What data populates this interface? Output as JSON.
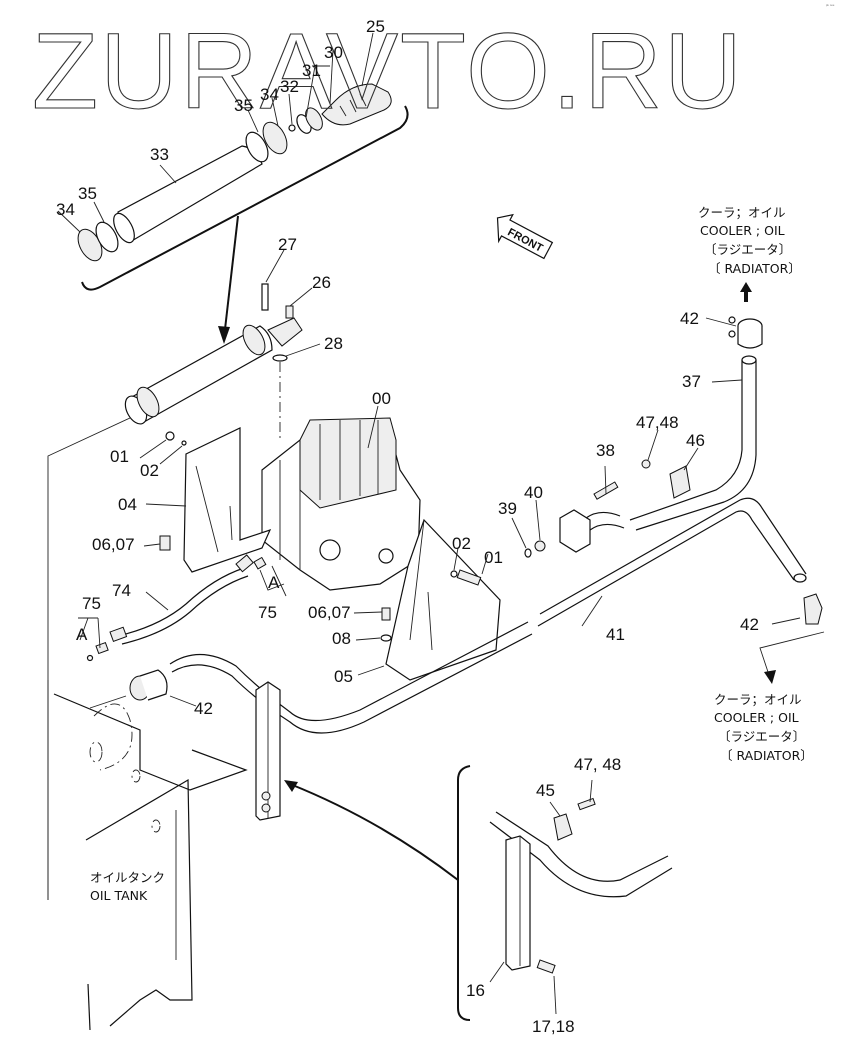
{
  "watermark": {
    "text": "ZURAVTO.RU"
  },
  "corner_mark": "ᵖᵏ ˢᵉᵉ",
  "front_arrow": {
    "label": "FRONT"
  },
  "destinations": {
    "top": {
      "line1_jp": "クーラ；オイル",
      "line2_en": "COOLER ; OIL",
      "line3_jp": "〔ラジエータ〕",
      "line4_en": "〔 RADIATOR〕"
    },
    "right": {
      "line1_jp": "クーラ；オイル",
      "line2_en": "COOLER ; OIL",
      "line3_jp": "〔ラジエータ〕",
      "line4_en": "〔 RADIATOR〕"
    }
  },
  "tank": {
    "label_jp": "オイルタンク",
    "label_en": "OIL  TANK"
  },
  "callouts": {
    "c25": "25",
    "c30": "30",
    "c31": "31",
    "c32": "32",
    "c34a": "34",
    "c35a": "35",
    "c33": "33",
    "c35b": "35",
    "c34b": "34",
    "c27": "27",
    "c26": "26",
    "c28": "28",
    "c00": "00",
    "c01a": "01",
    "c02a": "02",
    "c04": "04",
    "c0607a": "06,07",
    "c74": "74",
    "c75a": "75",
    "cA1": "A",
    "cA2": "A",
    "c75b": "75",
    "c0607b": "06,07",
    "c08": "08",
    "c05": "05",
    "c42a": "42",
    "c02b": "02",
    "c01b": "01",
    "c39": "39",
    "c40": "40",
    "c38": "38",
    "c4748a": "47,48",
    "c46": "46",
    "c37": "37",
    "c42b": "42",
    "c41": "41",
    "c42c": "42",
    "c45": "45",
    "c4748b": "47, 48",
    "c16": "16",
    "c1718": "17,18"
  }
}
